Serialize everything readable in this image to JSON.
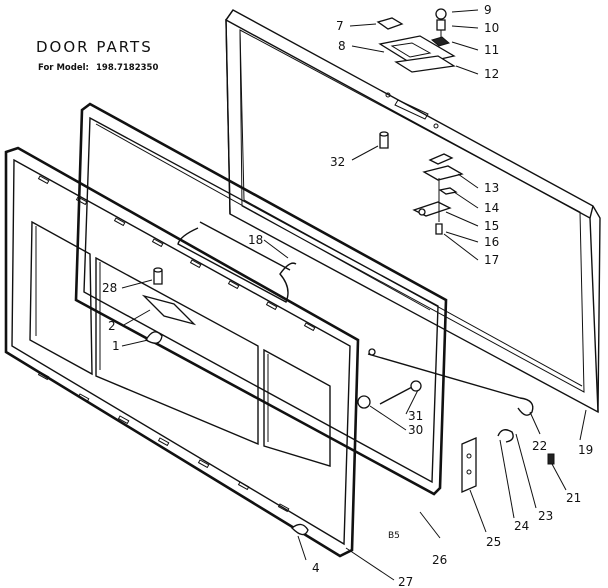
{
  "title": "DOOR PARTS",
  "model_label": "For Model:",
  "model_number": "198.7182350",
  "stamp": "B5",
  "callouts": [
    "1",
    "2",
    "4",
    "7",
    "8",
    "9",
    "10",
    "11",
    "12",
    "13",
    "14",
    "15",
    "16",
    "17",
    "18",
    "19",
    "21",
    "22",
    "23",
    "24",
    "25",
    "26",
    "27",
    "28",
    "30",
    "31",
    "32"
  ],
  "colors": {
    "ink": "#111111",
    "paper": "#ffffff"
  }
}
